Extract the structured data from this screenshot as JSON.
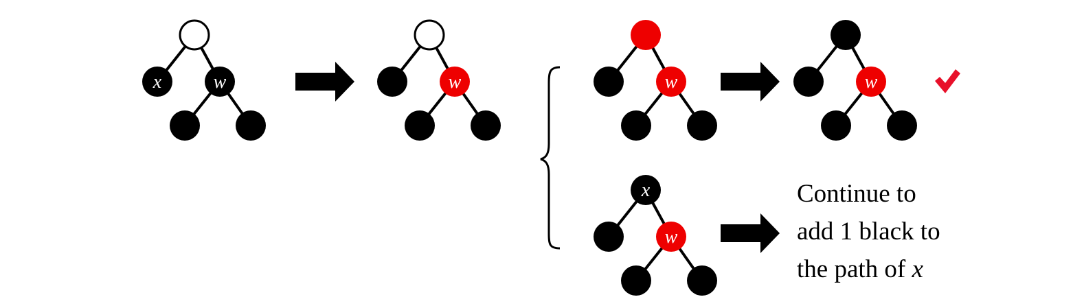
{
  "colors": {
    "black_node": "#000000",
    "red_node": "#ee0000",
    "white_node": "#ffffff",
    "edge": "#000000",
    "check": "#e8102a"
  },
  "trees": [
    {
      "root": "white",
      "left": "black",
      "left_label": "x",
      "right": "black",
      "right_label": "w",
      "right_children": [
        "black",
        "black"
      ]
    },
    {
      "root": "white",
      "left": "black",
      "left_label": "",
      "right": "red",
      "right_label": "w",
      "right_children": [
        "black",
        "black"
      ]
    },
    {
      "root": "red",
      "left": "black",
      "left_label": "",
      "right": "red",
      "right_label": "w",
      "right_children": [
        "black",
        "black"
      ]
    },
    {
      "root": "black",
      "left": "black",
      "left_label": "",
      "right": "red",
      "right_label": "w",
      "right_children": [
        "black",
        "black"
      ]
    },
    {
      "root": "black",
      "root_label": "x",
      "left": "black",
      "left_label": "",
      "right": "red",
      "right_label": "w",
      "right_children": [
        "black",
        "black"
      ]
    }
  ],
  "outcome_text": {
    "line1": "Continue to",
    "line2": "add 1 black to",
    "line3_prefix": "the path of ",
    "line3_var": "x"
  },
  "icons": [
    "arrow-right-icon",
    "arrow-right-icon",
    "arrow-right-icon",
    "curly-brace-icon",
    "check-icon"
  ]
}
